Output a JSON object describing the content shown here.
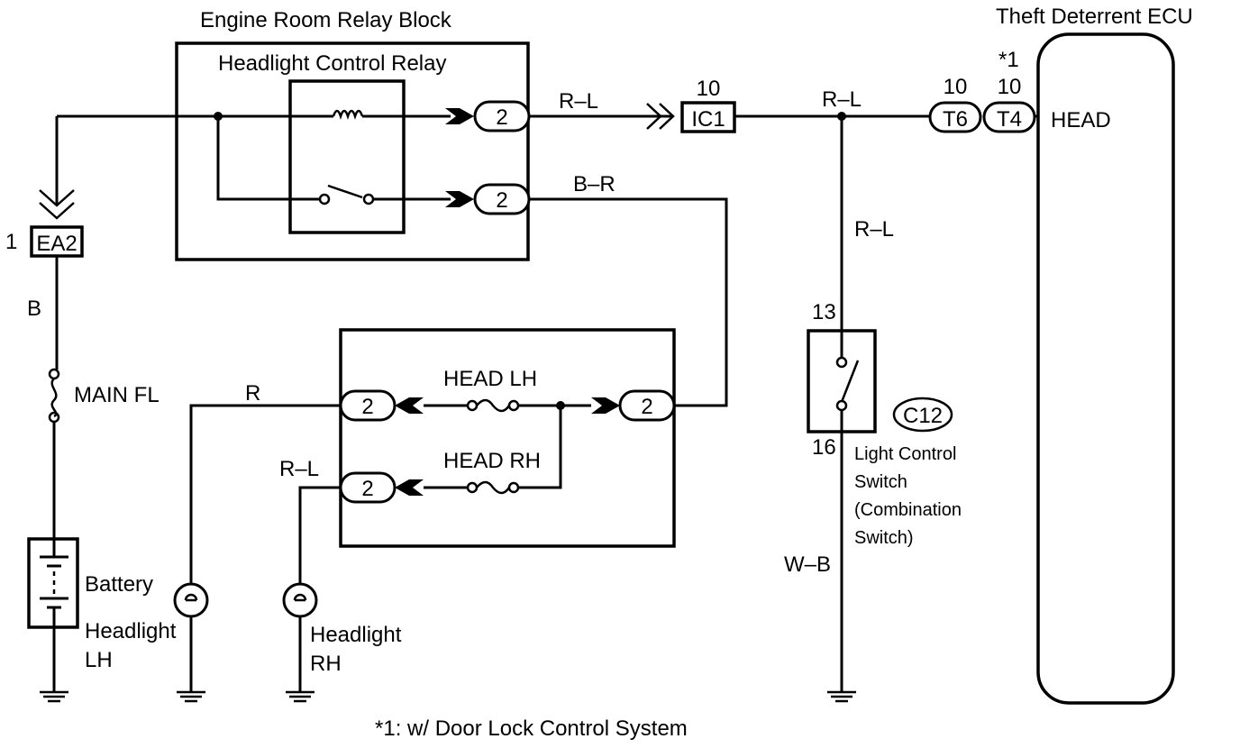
{
  "labels": {
    "engine_room_relay_block": "Engine Room Relay Block",
    "headlight_control_relay": "Headlight Control Relay",
    "theft_deterrent_ecu": "Theft Deterrent ECU",
    "footnote_marker": "*1",
    "head_terminal": "HEAD",
    "head_lh": "HEAD LH",
    "head_rh": "HEAD RH",
    "main_fl": "MAIN FL",
    "battery": "Battery",
    "headlight_lh_1": "Headlight",
    "headlight_lh_2": "LH",
    "headlight_rh_1": "Headlight",
    "headlight_rh_2": "RH",
    "c12": "C12",
    "light_control_1": "Light Control",
    "light_control_2": "Switch",
    "light_control_3": "(Combination",
    "light_control_4": "Switch)",
    "footnote": "*1: w/ Door Lock Control System"
  },
  "wire_colors": {
    "relay_to_ic1": "R–L",
    "relay_to_fuse_box": "B–R",
    "ic1_to_ecu": "R–L",
    "to_switch": "R–L",
    "ea2_to_battery": "B",
    "headlight_lh_wire": "R",
    "headlight_rh_wire": "R–L",
    "switch_ground": "W–B"
  },
  "connectors": {
    "ea2": "EA2",
    "ea2_pin": "1",
    "ic1": "IC1",
    "ic1_pin": "10",
    "t6": "T6",
    "t6_pin": "10",
    "t4": "T4",
    "t4_pin": "10",
    "relay_pin_top": "2",
    "relay_pin_bottom": "2",
    "fuse_in_pin": "2",
    "lh_out_pin": "2",
    "rh_out_pin": "2",
    "switch_pin_top": "13",
    "switch_pin_bottom": "16"
  }
}
